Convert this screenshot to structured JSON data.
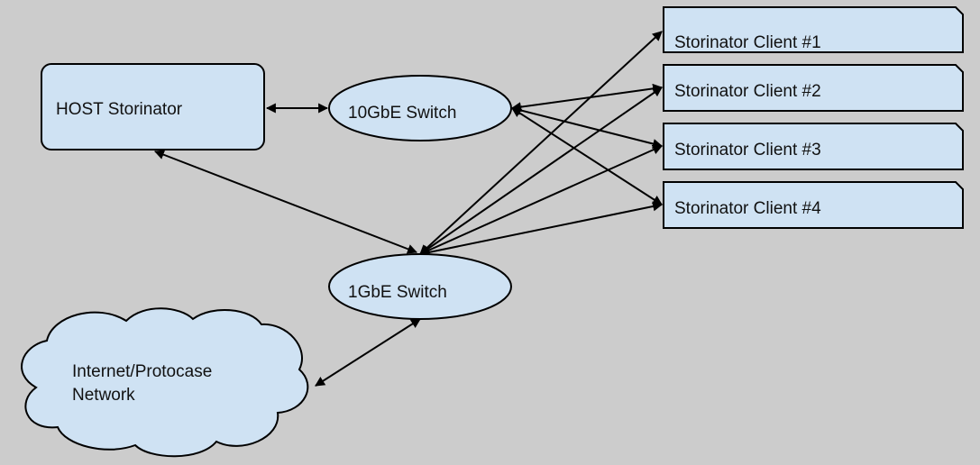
{
  "colors": {
    "background": "#cccccc",
    "node_fill": "#cfe2f3",
    "stroke": "#000000"
  },
  "host": {
    "label": "HOST Storinator"
  },
  "switch_10g": {
    "label": "10GbE Switch"
  },
  "switch_1g": {
    "label": "1GbE Switch"
  },
  "network": {
    "line1": "Internet/Protocase",
    "line2": "Network"
  },
  "clients": [
    {
      "label": "Storinator Client #1"
    },
    {
      "label": "Storinator Client #2"
    },
    {
      "label": "Storinator Client #3"
    },
    {
      "label": "Storinator Client #4"
    }
  ]
}
